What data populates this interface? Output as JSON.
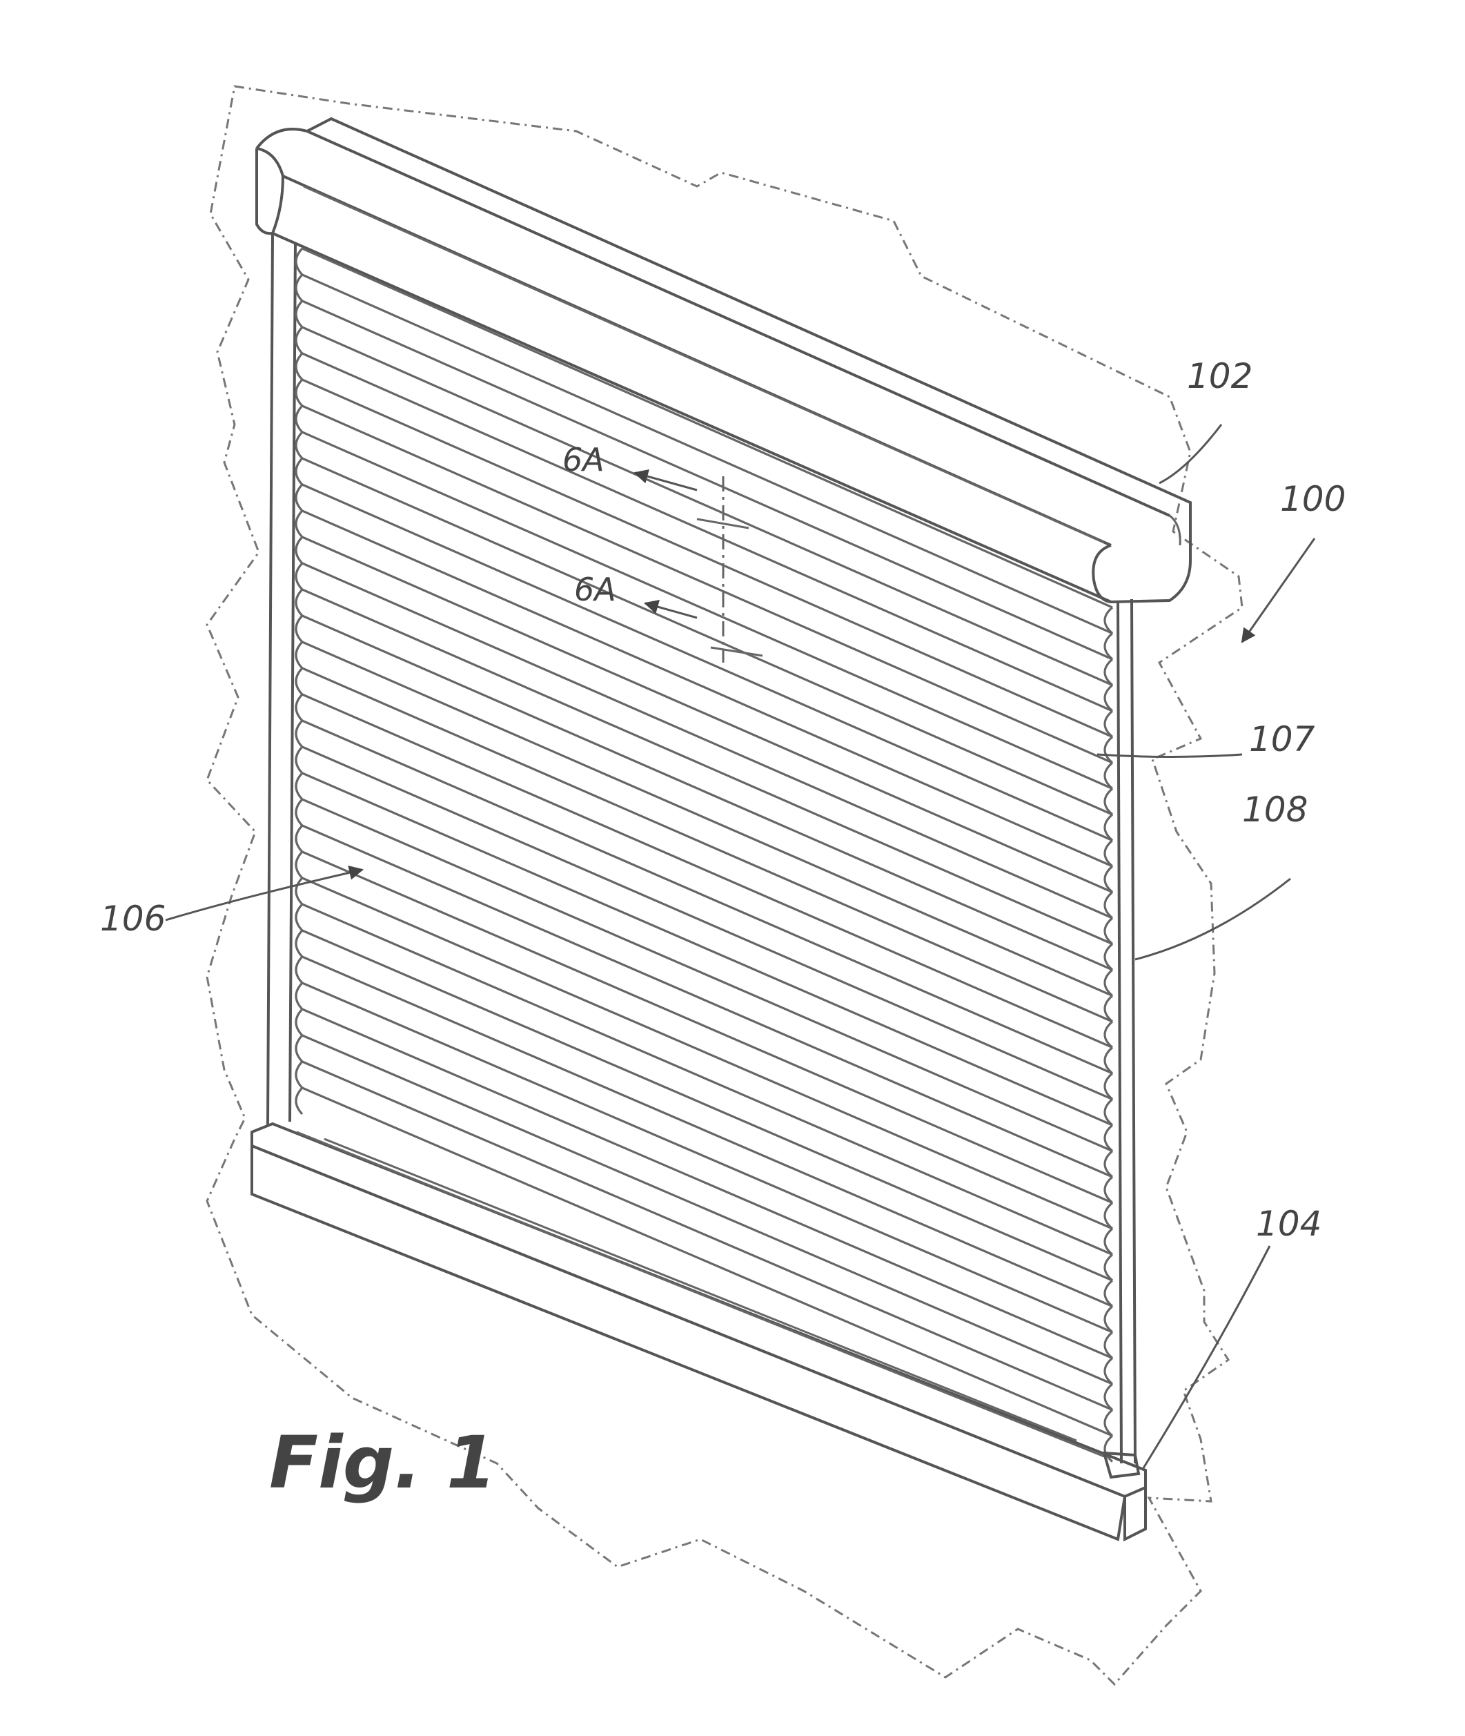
{
  "figure": {
    "label": "Fig. 1"
  },
  "references": {
    "assembly": "100",
    "head_rail": "102",
    "bottom_rail": "104",
    "shade_panel": "106",
    "cell": "107",
    "cell_edge": "108"
  },
  "section_markers": {
    "upper": "6A",
    "lower": "6A"
  },
  "colors": {
    "line": "#555555",
    "wall_outline": "#777777",
    "background": "#ffffff"
  }
}
